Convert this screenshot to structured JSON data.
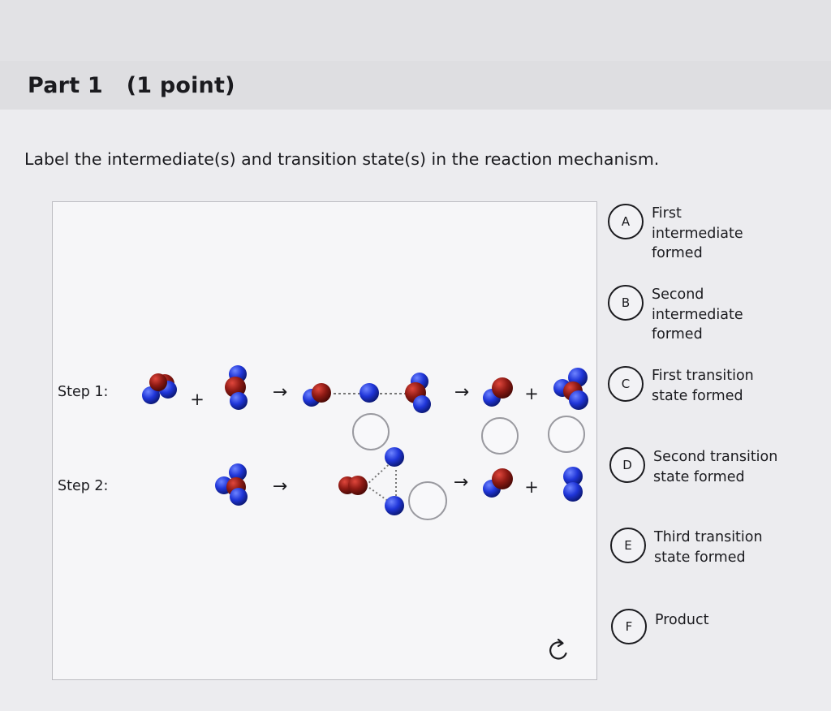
{
  "part": {
    "title": "Part 1   (1 point)"
  },
  "question": {
    "text": "Label the intermediate(s) and transition state(s) in the reaction mechanism."
  },
  "mechanism": {
    "step1_label": "Step 1:",
    "step2_label": "Step 2:",
    "plus": "+",
    "arrow": "→",
    "colors": {
      "red_atom": "#8e1a14",
      "blue_atom": "#1f35d8",
      "drop_zone": "#9a9aa0",
      "bond": "#777777"
    }
  },
  "options": [
    {
      "letter": "A",
      "label": "First intermediate formed"
    },
    {
      "letter": "B",
      "label": "Second intermediate formed"
    },
    {
      "letter": "C",
      "label": "First transition state formed"
    },
    {
      "letter": "D",
      "label": "Second transition state formed"
    },
    {
      "letter": "E",
      "label": "Third transition state formed"
    },
    {
      "letter": "F",
      "label": "Product"
    }
  ],
  "reset": {
    "icon": "reset-icon"
  }
}
